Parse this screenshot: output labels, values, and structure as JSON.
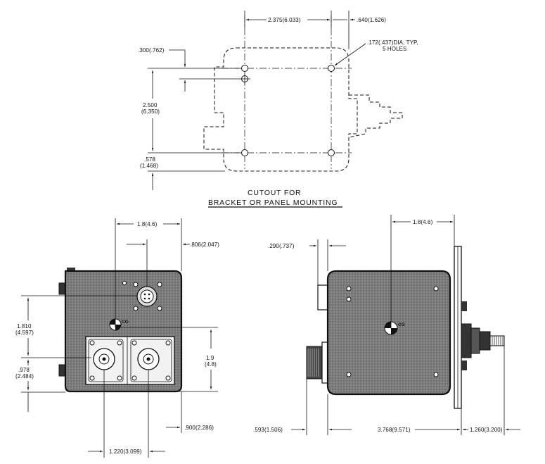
{
  "top_view": {
    "caption_line1": "CUTOUT FOR",
    "caption_line2": "BRACKET OR PANEL MOUNTING",
    "dim_width": "2.375(6.033)",
    "dim_right": ".640(1.626)",
    "dim_hole_offset": ".300(.762)",
    "hole_note_line1": ".172(.437)DIA, TYP,",
    "hole_note_line2": "5 HOLES",
    "dim_height_line1": "2.500",
    "dim_height_line2": "(6.350)",
    "dim_bottom_line1": ".578",
    "dim_bottom_line2": "(1.468)"
  },
  "front_view": {
    "dim_top": "1.8(4.6)",
    "dim_right_top": ".806(2.047)",
    "dim_left_line1": "1.810",
    "dim_left_line2": "(4.597)",
    "dim_left_bottom_line1": ".978",
    "dim_left_bottom_line2": "(2.484)",
    "dim_right_line1": "1.9",
    "dim_right_line2": "(4.8)",
    "dim_bottom_right": ".900(2.286)",
    "dim_bottom": "1.220(3.099)",
    "cg_label": "CG"
  },
  "side_view": {
    "dim_top": "1.8(4.6)",
    "dim_left_top": ".290(.737)",
    "dim_bottom_left": ".593(1.506)",
    "dim_bottom_center": "3.768(9.571)",
    "dim_bottom_right": "1.260(3.200)",
    "cg_label": "CG"
  }
}
